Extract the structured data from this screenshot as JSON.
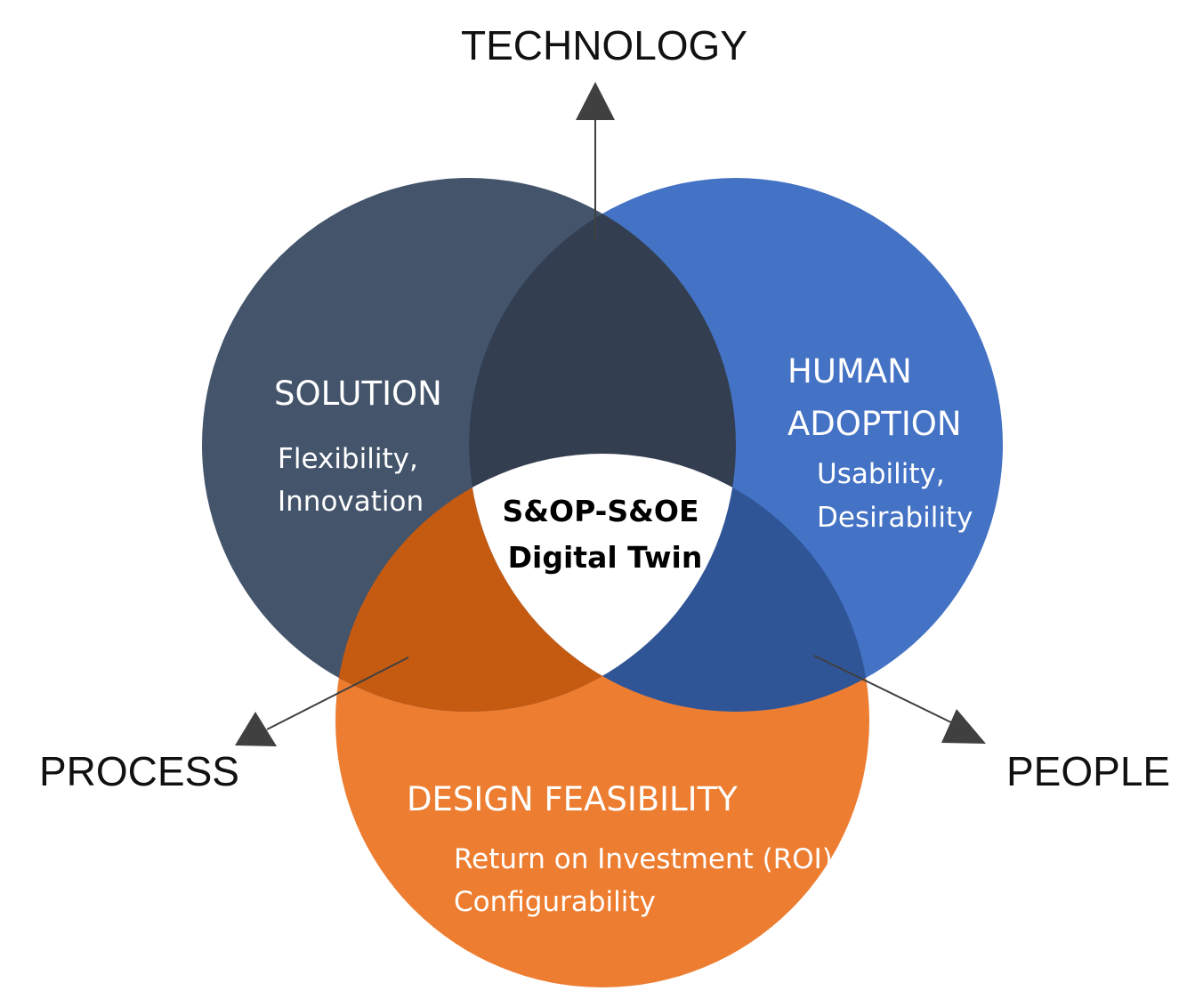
{
  "axes": {
    "technology": "TECHNOLOGY",
    "process": "PROCESS",
    "people": "PEOPLE"
  },
  "circles": {
    "solution": {
      "title": "SOLUTION",
      "lines": [
        "Flexibility,",
        "Innovation"
      ],
      "color": "#44546a"
    },
    "human_adoption": {
      "title_lines": [
        "HUMAN",
        "ADOPTION"
      ],
      "lines": [
        "Usability,",
        "Desirability"
      ],
      "color": "#4472c4"
    },
    "design_feasibility": {
      "title": "DESIGN FEASIBILITY",
      "lines": [
        "Return on Investment (ROI),",
        "Configurability"
      ],
      "color": "#ed7d31"
    }
  },
  "center": {
    "lines": [
      "S&OP-S&OE",
      "Digital Twin"
    ]
  },
  "overlap_colors": {
    "solution_human": "#333f50",
    "solution_design": "#c55a11",
    "human_design": "#2f5597",
    "center": "#ffffff"
  },
  "arrow_color": "#404040"
}
